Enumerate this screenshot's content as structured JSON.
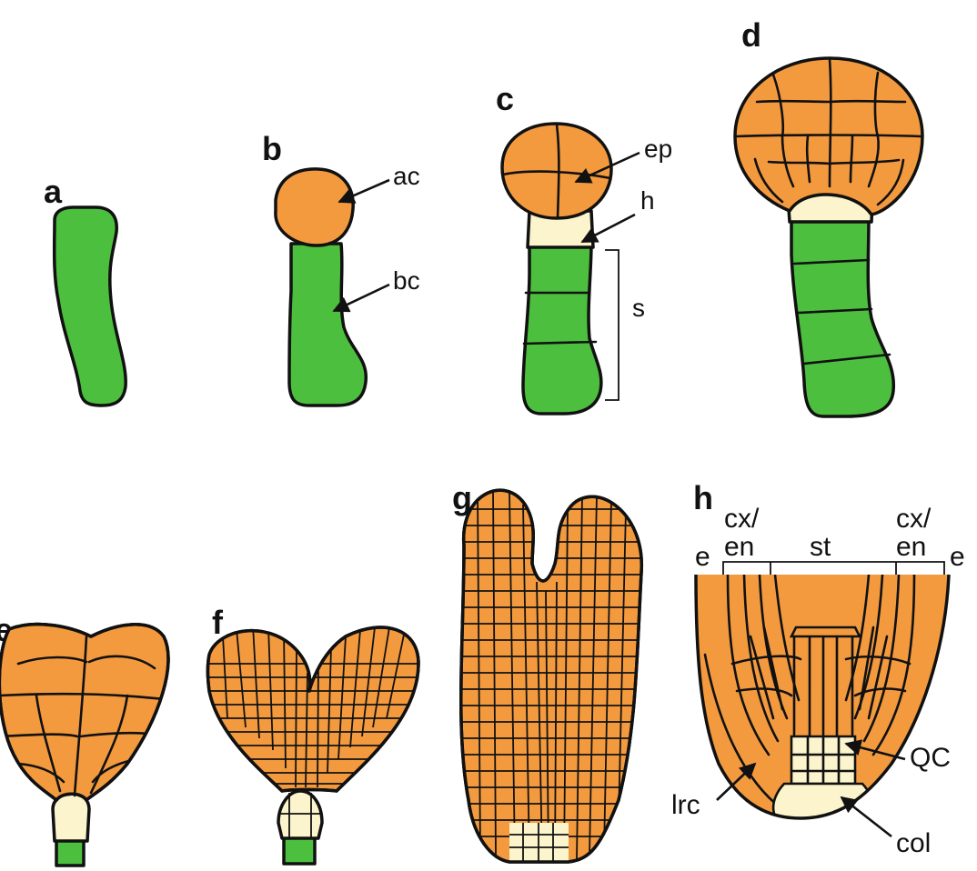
{
  "colors": {
    "apical": "#F39A3E",
    "basal": "#4CBF3E",
    "hypophysis": "#FBF4CC",
    "outline": "#111111"
  },
  "panels": {
    "a": "a",
    "b": "b",
    "c": "c",
    "d": "d",
    "e": "e",
    "f": "f",
    "g": "g",
    "h": "h"
  },
  "labels": {
    "ac": "ac",
    "bc": "bc",
    "ep": "ep",
    "h": "h",
    "s": "s",
    "cx_en": "cx/\nen",
    "cx_top": "cx/",
    "en_bottom": "en",
    "st": "st",
    "e": "e",
    "qc": "QC",
    "lrc": "lrc",
    "col": "col"
  }
}
